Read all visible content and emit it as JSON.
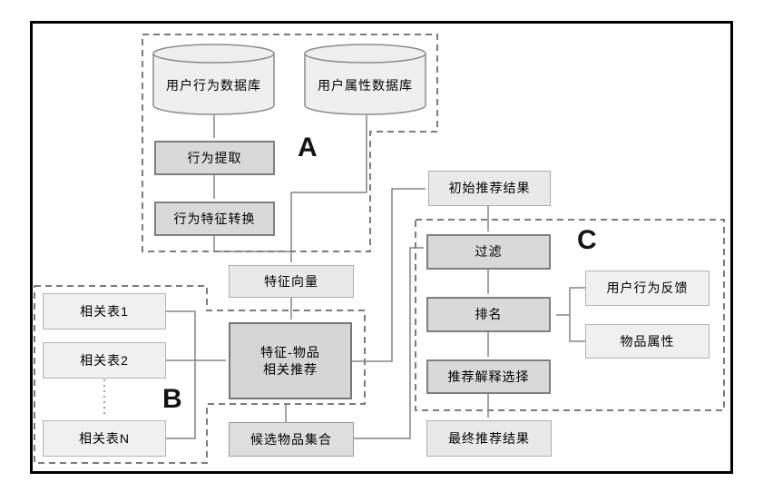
{
  "groups": {
    "a": "A",
    "b": "B",
    "c": "C"
  },
  "nodes": {
    "user_behavior_db": "用户行为数据库",
    "user_attr_db": "用户属性数据库",
    "behavior_extract": "行为提取",
    "behavior_feature_convert": "行为特征转换",
    "feature_vector": "特征向量",
    "related_table_1": "相关表1",
    "related_table_2": "相关表2",
    "related_table_n": "相关表N",
    "feature_item_line1": "特征-物品",
    "feature_item_line2": "相关推荐",
    "candidate_item_set": "候选物品集合",
    "initial_result": "初始推荐结果",
    "filter": "过滤",
    "ranking": "排名",
    "explain_select": "推荐解释选择",
    "final_result": "最终推荐结果",
    "user_feedback": "用户行为反馈",
    "item_attr": "物品属性"
  },
  "colors": {
    "connector": "#848484",
    "dashed_outline": "#7b7b7b",
    "process_fill": "#d9d9d9",
    "process_border": "#7f7f7f",
    "data_fill": "#e9e9e9",
    "light_fill": "#f0f0f0",
    "candidate_fill": "#dedede",
    "cylinder_fill": "#efefef",
    "frame_border": "#000000",
    "text": "#000000"
  }
}
